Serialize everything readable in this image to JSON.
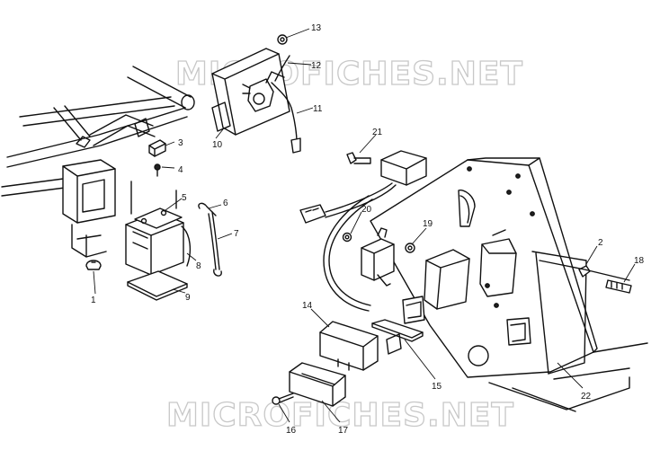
{
  "watermark": {
    "text_top": "MICROFICHES.NET",
    "text_bottom": "MICROFICHES.NET"
  },
  "callouts": [
    {
      "id": "c1",
      "label": "1"
    },
    {
      "id": "c2",
      "label": "2"
    },
    {
      "id": "c3",
      "label": "3"
    },
    {
      "id": "c4",
      "label": "4"
    },
    {
      "id": "c5",
      "label": "5"
    },
    {
      "id": "c6",
      "label": "6"
    },
    {
      "id": "c7",
      "label": "7"
    },
    {
      "id": "c8",
      "label": "8"
    },
    {
      "id": "c9",
      "label": "9"
    },
    {
      "id": "c10",
      "label": "10"
    },
    {
      "id": "c11",
      "label": "11"
    },
    {
      "id": "c12",
      "label": "12"
    },
    {
      "id": "c13",
      "label": "13"
    },
    {
      "id": "c14",
      "label": "14"
    },
    {
      "id": "c15",
      "label": "15"
    },
    {
      "id": "c16",
      "label": "16"
    },
    {
      "id": "c17",
      "label": "17"
    },
    {
      "id": "c18",
      "label": "18"
    },
    {
      "id": "c19",
      "label": "19"
    },
    {
      "id": "c20",
      "label": "20"
    },
    {
      "id": "c21",
      "label": "21"
    },
    {
      "id": "c22",
      "label": "22"
    }
  ]
}
